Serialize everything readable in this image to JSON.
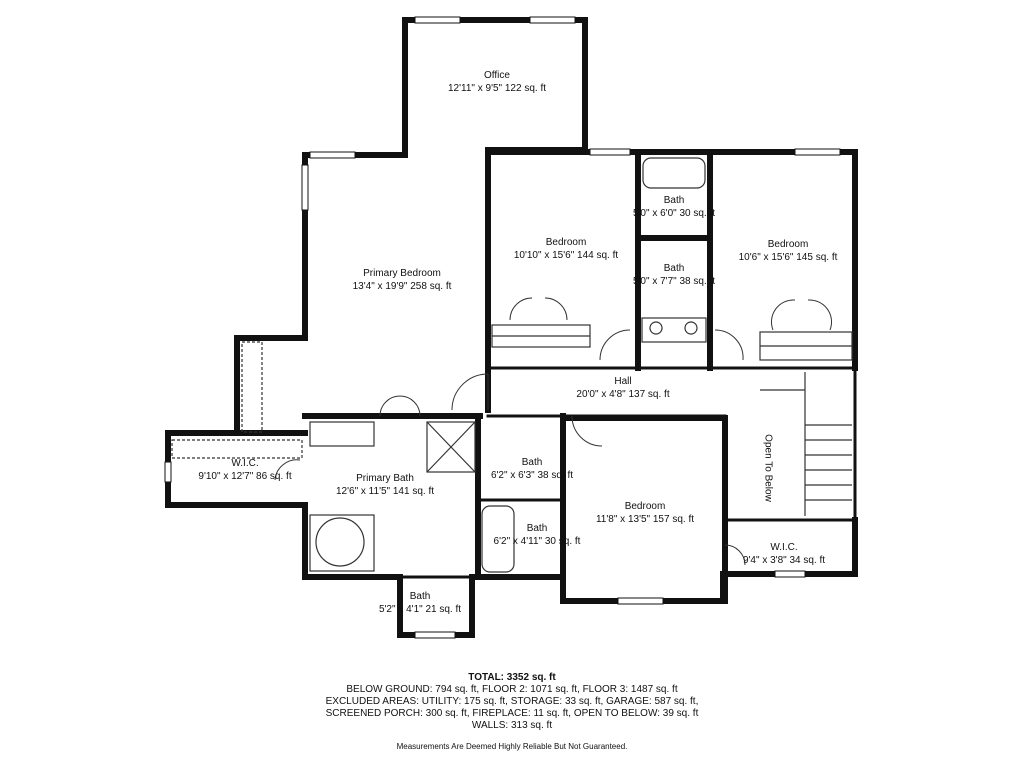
{
  "rooms": [
    {
      "id": "office",
      "name": "Office",
      "dims": "12'11\" x 9'5\" 122 sq. ft"
    },
    {
      "id": "primary-bedroom",
      "name": "Primary Bedroom",
      "dims": "13'4\" x 19'9\" 258 sq. ft"
    },
    {
      "id": "bedroom-1",
      "name": "Bedroom",
      "dims": "10'10\" x 15'6\" 144 sq. ft"
    },
    {
      "id": "bath-upper",
      "name": "Bath",
      "dims": "5'0\" x 6'0\" 30 sq. ft"
    },
    {
      "id": "bath-middle",
      "name": "Bath",
      "dims": "5'0\" x 7'7\" 38 sq. ft"
    },
    {
      "id": "bedroom-2",
      "name": "Bedroom",
      "dims": "10'6\" x 15'6\" 145 sq. ft"
    },
    {
      "id": "hall",
      "name": "Hall",
      "dims": "20'0\" x 4'8\" 137 sq. ft"
    },
    {
      "id": "wic-left",
      "name": "W.I.C.",
      "dims": "9'10\" x 12'7\" 86 sq. ft"
    },
    {
      "id": "primary-bath",
      "name": "Primary Bath",
      "dims": "12'6\" x 11'5\" 141 sq. ft"
    },
    {
      "id": "bath-hall",
      "name": "Bath",
      "dims": "6'2\" x 6'3\" 38 sq. ft"
    },
    {
      "id": "bath-lower",
      "name": "Bath",
      "dims": "6'2\" x 4'11\" 30 sq. ft"
    },
    {
      "id": "bedroom-3",
      "name": "Bedroom",
      "dims": "11'8\" x 13'5\" 157 sq. ft"
    },
    {
      "id": "wic-right",
      "name": "W.I.C.",
      "dims": "9'4\" x 3'8\" 34 sq. ft"
    },
    {
      "id": "bath-small",
      "name": "Bath",
      "dims": "5'2\" x 4'1\" 21 sq. ft"
    }
  ],
  "open_to_below": "Open To Below",
  "summary": {
    "total": "TOTAL: 3352 sq. ft",
    "lines": [
      "BELOW GROUND: 794 sq. ft, FLOOR 2: 1071 sq. ft, FLOOR 3: 1487 sq. ft",
      "EXCLUDED AREAS: UTILITY: 175 sq. ft, STORAGE: 33 sq. ft, GARAGE: 587 sq. ft,",
      "SCREENED PORCH: 300 sq. ft, FIREPLACE: 11 sq. ft, OPEN TO BELOW: 39 sq. ft",
      "WALLS: 313 sq. ft"
    ]
  },
  "disclaimer": "Measurements Are Deemed Highly Reliable But Not Guaranteed.",
  "colors": {
    "wall": "#111111",
    "window": "#ffffff",
    "fixture": "#333333"
  }
}
